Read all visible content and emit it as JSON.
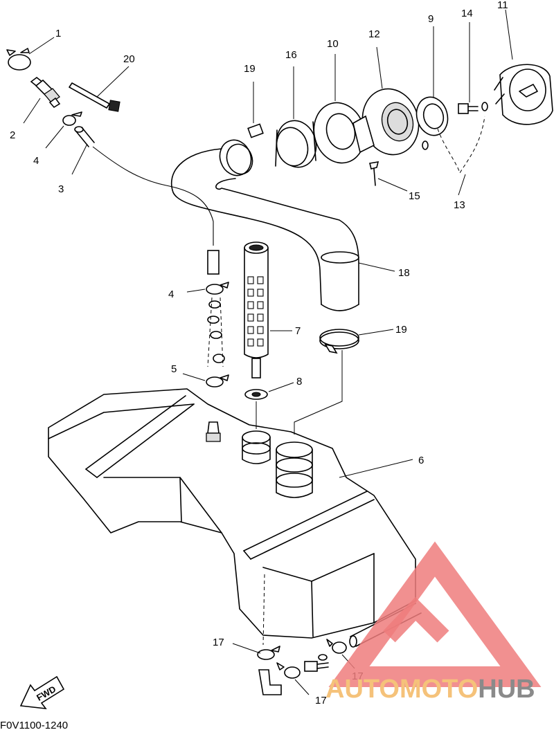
{
  "callouts": {
    "c1": "1",
    "c2": "2",
    "c3": "3",
    "c4a": "4",
    "c4b": "4",
    "c5": "5",
    "c6": "6",
    "c7": "7",
    "c8": "8",
    "c9": "9",
    "c10": "10",
    "c11": "11",
    "c12": "12",
    "c13": "13",
    "c14": "14",
    "c15": "15",
    "c16": "16",
    "c17a": "17",
    "c17b": "17",
    "c17c": "17",
    "c18": "18",
    "c19a": "19",
    "c19b": "19",
    "c20": "20"
  },
  "diagram_code": "F0V1100-1240",
  "fwd_label": "FWD",
  "watermark": {
    "auto": "AUTO",
    "moto": "MOTO",
    "hub": "HUB",
    "colors": {
      "auto": "#f5c27a",
      "moto": "#f5c27a",
      "hub": "#8a8a8a",
      "triangle": "#ef7c7c"
    }
  }
}
